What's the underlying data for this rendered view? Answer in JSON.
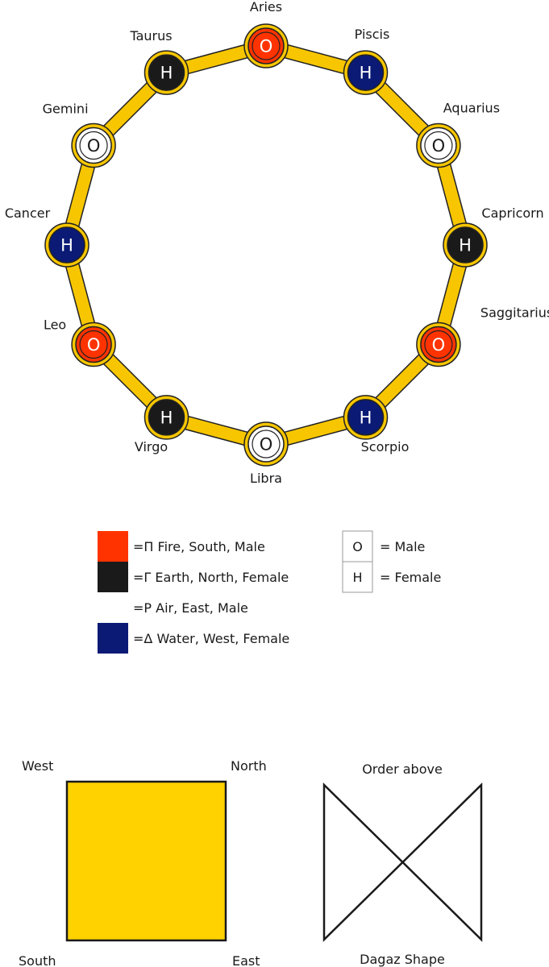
{
  "colors": {
    "ring": "#F7C600",
    "ring_stroke": "#222222",
    "fire": "#FF3300",
    "earth": "#1A1A1A",
    "air": "#FFFFFF",
    "water": "#0A1A75"
  },
  "signs": [
    {
      "name": "Aries",
      "glyph": "O",
      "element": "fire"
    },
    {
      "name": "Piscis",
      "glyph": "H",
      "element": "water"
    },
    {
      "name": "Aquarius",
      "glyph": "O",
      "element": "air"
    },
    {
      "name": "Capricorn",
      "glyph": "H",
      "element": "earth"
    },
    {
      "name": "Saggitarius",
      "glyph": "O",
      "element": "fire"
    },
    {
      "name": "Scorpio",
      "glyph": "H",
      "element": "water"
    },
    {
      "name": "Libra",
      "glyph": "O",
      "element": "air"
    },
    {
      "name": "Virgo",
      "glyph": "H",
      "element": "earth"
    },
    {
      "name": "Leo",
      "glyph": "O",
      "element": "fire"
    },
    {
      "name": "Cancer",
      "glyph": "H",
      "element": "water"
    },
    {
      "name": "Gemini",
      "glyph": "O",
      "element": "air"
    },
    {
      "name": "Taurus",
      "glyph": "H",
      "element": "earth"
    }
  ],
  "legend_elements": [
    {
      "element": "fire",
      "text": "=Π Fire, South, Male"
    },
    {
      "element": "earth",
      "text": "=Γ Earth, North, Female"
    },
    {
      "element": "air",
      "text": "=Ρ Air, East, Male"
    },
    {
      "element": "water",
      "text": "=Δ Water, West, Female"
    }
  ],
  "legend_glyphs": [
    {
      "glyph": "O",
      "text": "= Male"
    },
    {
      "glyph": "H",
      "text": "= Female"
    }
  ],
  "square": {
    "color": "#FFD200",
    "labels": {
      "top_left": "West",
      "top_right": "North",
      "bottom_left": "South",
      "bottom_right": "East"
    }
  },
  "dagaz": {
    "label_top": "Order above",
    "label_bottom": "Dagaz Shape"
  }
}
